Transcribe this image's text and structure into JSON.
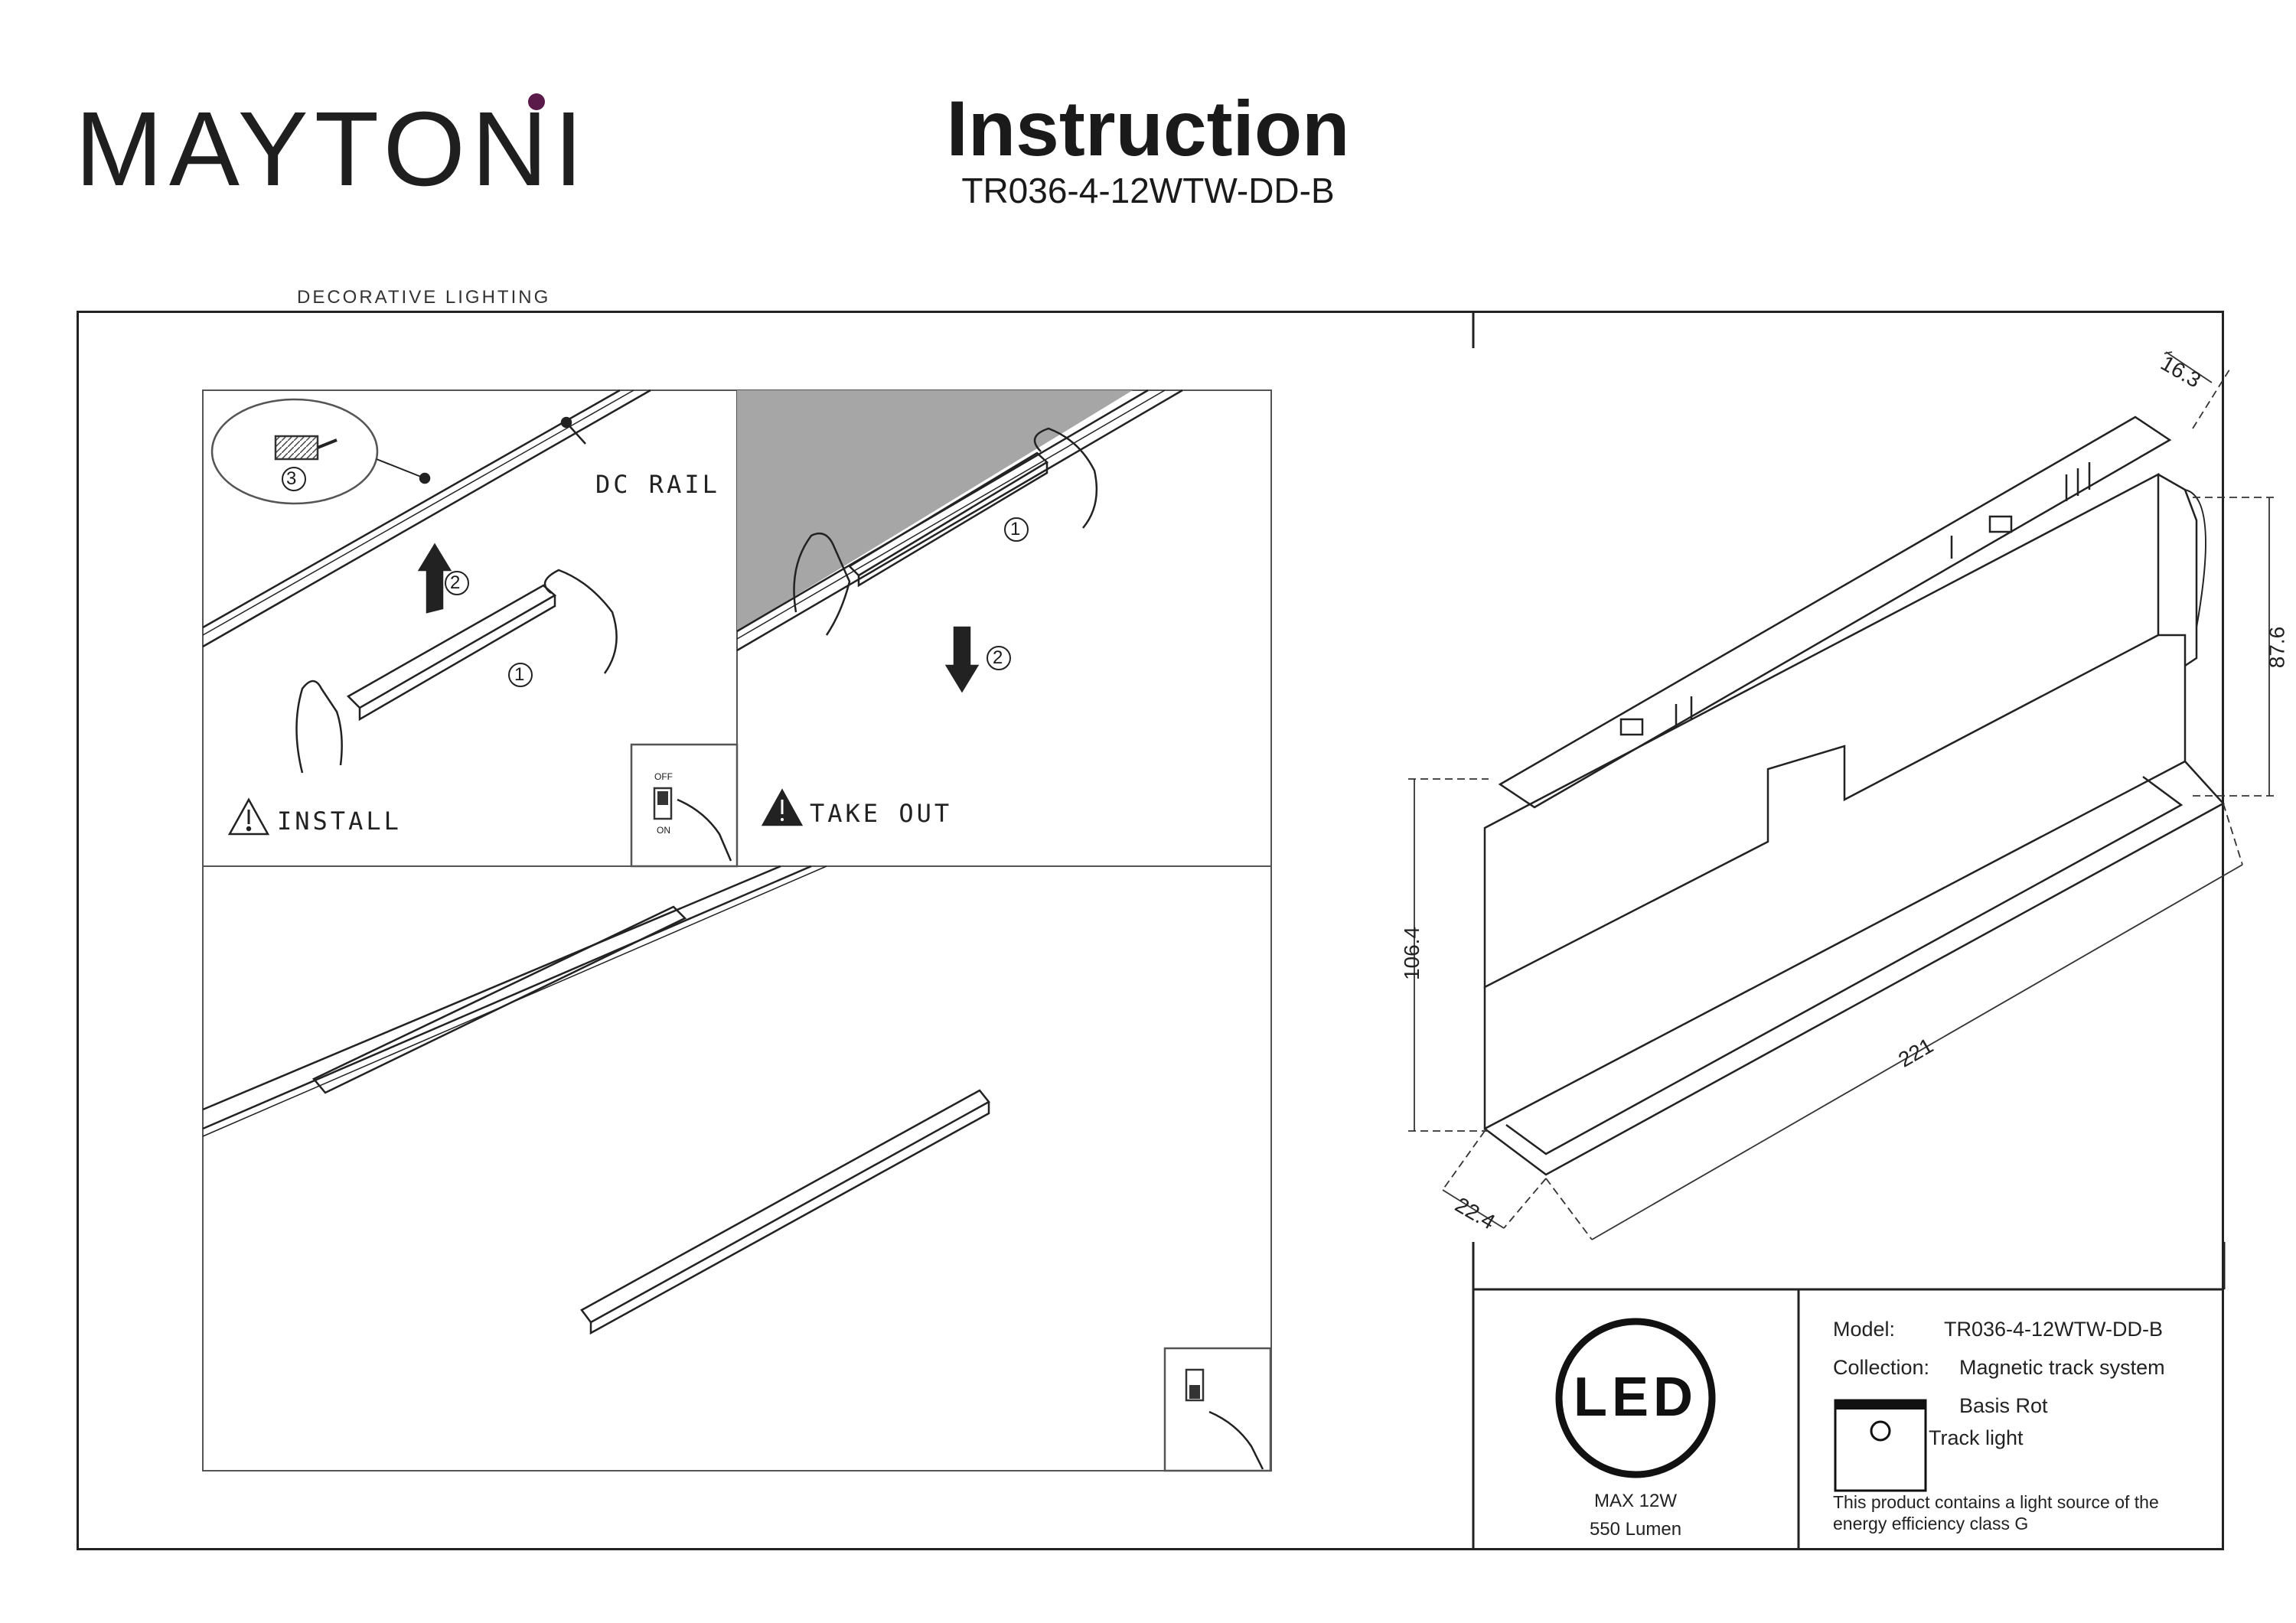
{
  "header": {
    "brand": "MAYTONI",
    "brand_tagline": "DECORATIVE LIGHTING",
    "title": "Instruction",
    "model_code": "TR036-4-12WTW-DD-B"
  },
  "colors": {
    "brand_accent": "#5a1a4a",
    "line": "#222222",
    "wall_fill": "#a6a6a6"
  },
  "install_panel": {
    "rail_label": "DC RAIL",
    "title": "INSTALL",
    "steps": [
      "1",
      "2",
      "3"
    ],
    "switch_off": "OFF",
    "switch_on": "ON"
  },
  "takeout_panel": {
    "title": "TAKE OUT",
    "steps": [
      "1",
      "2"
    ]
  },
  "dimensions": {
    "depth_top": "16.3",
    "height_right": "87.6",
    "height_left": "106.4",
    "length": "221",
    "width_bottom": "22.4"
  },
  "led_box": {
    "logo": "LED",
    "power": "MAX 12W",
    "lumen": "550 Lumen"
  },
  "spec": {
    "model_label": "Model:",
    "model_value": "TR036-4-12WTW-DD-B",
    "collection_label": "Collection:",
    "collection_value": "Magnetic track system",
    "collection_sub": "Basis Rot",
    "type": "Track light",
    "energy_note_line1": "This product contains a light source of the",
    "energy_note_line2": "energy efficiency class G"
  }
}
